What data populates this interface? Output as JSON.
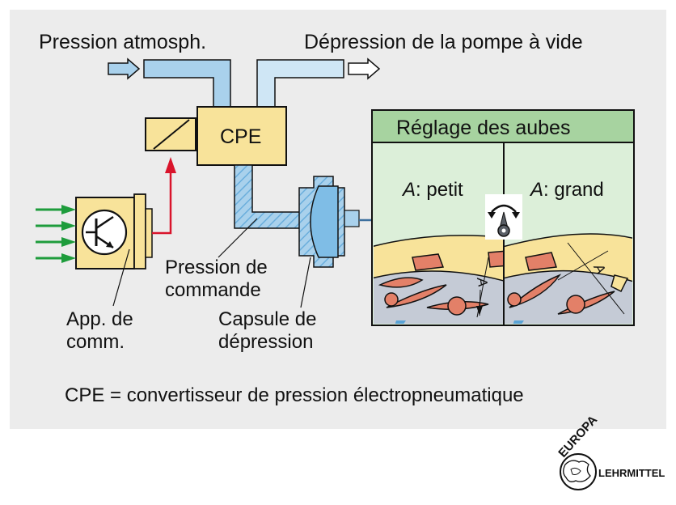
{
  "labels": {
    "atm_pressure": "Pression atmosph.",
    "vacuum": "Dépression de la pompe à vide",
    "cpe": "CPE",
    "vane_adjust": "Réglage des aubes",
    "a_small_prefix": "A",
    "a_small_rest": ": petit",
    "a_large_prefix": "A",
    "a_large_rest": ": grand",
    "ctrl_pressure_1": "Pression de",
    "ctrl_pressure_2": "commande",
    "control_unit_1": "App. de",
    "control_unit_2": "comm.",
    "capsule_1": "Capsule de",
    "capsule_2": "dépression",
    "footnote": "CPE = convertisseur de pression électropneumatique",
    "dim_a_left": "A",
    "dim_a_right": "A"
  },
  "logo": {
    "top": "EUROPA",
    "right": "LEHRMITTEL"
  },
  "colors": {
    "panel_bg": "#ececec",
    "cpe_yellow": "#f8e39a",
    "blue_fill": "#a9d1ec",
    "blue_dark": "#5aa3d6",
    "green_header": "#a7d3a0",
    "green_light": "#dcefd9",
    "signal_green": "#1e9c3c",
    "signal_red": "#d9142b",
    "vane_salmon": "#e38068",
    "hub_grey": "#c5cbd6"
  }
}
